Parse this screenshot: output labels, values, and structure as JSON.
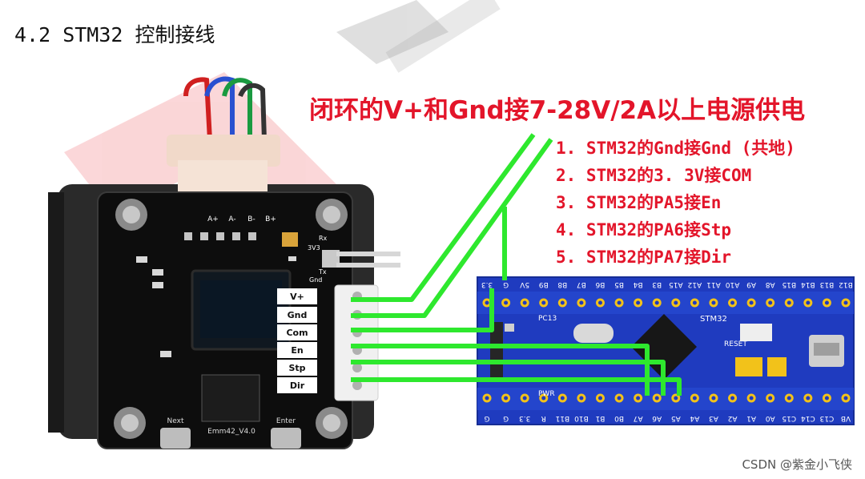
{
  "title": "4.2 STM32 控制接线",
  "power_note": "闭环的V+和Gnd接7-28V/2A以上电源供电",
  "steps": [
    "1. STM32的Gnd接Gnd (共地)",
    "2. STM32的3. 3V接COM",
    "3. STM32的PA5接En",
    "4. STM32的PA6接Stp",
    "5. STM32的PA7接Dir"
  ],
  "driver": {
    "terminal_labels": [
      "V+",
      "Gnd",
      "Com",
      "En",
      "Stp",
      "Dir"
    ],
    "motor_pins": [
      "A+",
      "A-",
      "B-",
      "B+"
    ],
    "uart_labels": [
      "Rx",
      "3V3",
      "Tx",
      "Gnd"
    ],
    "button_next": "Next",
    "button_enter": "Enter",
    "model_label": "Emm42_V4.0"
  },
  "stm32": {
    "top_pins": [
      "B12",
      "B13",
      "B14",
      "B15",
      "A8",
      "A9",
      "A10",
      "A11",
      "A12",
      "A15",
      "B3",
      "B4",
      "B5",
      "B6",
      "B7",
      "B8",
      "B9",
      "5V",
      "G",
      "3.3"
    ],
    "bottom_pins": [
      "VB",
      "C13",
      "C14",
      "C15",
      "A0",
      "A1",
      "A2",
      "A3",
      "A4",
      "A5",
      "A6",
      "A7",
      "B0",
      "B1",
      "B10",
      "B11",
      "R",
      "3.3",
      "G",
      "G"
    ],
    "chip_label": "STM32",
    "reset_label": "RESET",
    "pc13_label": "PC13",
    "pwr_label": "PWR"
  },
  "wire_color": "#2ee82e",
  "accent_red": "#e3152a",
  "credit": "CSDN @紫金小飞侠"
}
